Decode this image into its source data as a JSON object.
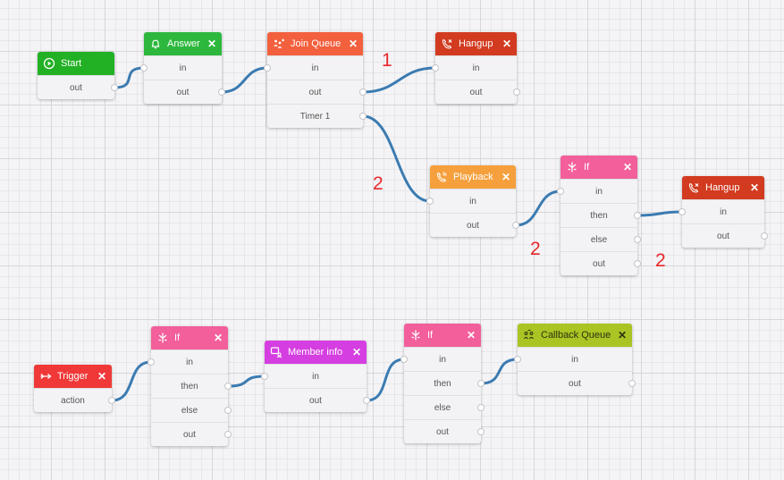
{
  "colors": {
    "start": "#22b024",
    "answer": "#2db83d",
    "join_queue": "#f3603e",
    "hangup": "#d23b20",
    "playback": "#f5a03c",
    "if": "#f25f9a",
    "trigger": "#f03838",
    "member_info": "#d53ee0",
    "callback_queue": "#aac424",
    "wire": "#3b7bb1",
    "step_label": "#e8282b"
  },
  "icons": {
    "start": "play-circle-icon",
    "answer": "bell-icon",
    "join_queue": "queue-icon",
    "hangup": "phone-hangup-icon",
    "playback": "phone-playback-icon",
    "if": "branch-icon",
    "trigger": "trigger-icon",
    "member_info": "member-info-icon",
    "callback_queue": "callback-queue-icon",
    "close": "close-icon"
  },
  "nodes": {
    "start": {
      "title": "Start",
      "ports": [
        "out"
      ]
    },
    "answer": {
      "title": "Answer",
      "ports": [
        "in",
        "out"
      ]
    },
    "join_queue": {
      "title": "Join Queue",
      "ports": [
        "in",
        "out",
        "Timer 1"
      ]
    },
    "hangup_1": {
      "title": "Hangup",
      "ports": [
        "in",
        "out"
      ]
    },
    "playback": {
      "title": "Playback",
      "ports": [
        "in",
        "out"
      ]
    },
    "if_1": {
      "title": "If",
      "ports": [
        "in",
        "then",
        "else",
        "out"
      ]
    },
    "hangup_2": {
      "title": "Hangup",
      "ports": [
        "in",
        "out"
      ]
    },
    "trigger": {
      "title": "Trigger",
      "ports": [
        "action"
      ]
    },
    "if_2": {
      "title": "If",
      "ports": [
        "in",
        "then",
        "else",
        "out"
      ]
    },
    "member_info": {
      "title": "Member info",
      "ports": [
        "in",
        "out"
      ]
    },
    "if_3": {
      "title": "If",
      "ports": [
        "in",
        "then",
        "else",
        "out"
      ]
    },
    "callback_queue": {
      "title": "Callback Queue",
      "ports": [
        "in",
        "out"
      ]
    }
  },
  "step_labels": [
    "1",
    "2",
    "2",
    "2"
  ],
  "edges": [
    {
      "from": "start.out",
      "to": "answer.in"
    },
    {
      "from": "answer.out",
      "to": "join_queue.in"
    },
    {
      "from": "join_queue.out",
      "to": "hangup_1.in"
    },
    {
      "from": "join_queue.Timer 1",
      "to": "playback.in"
    },
    {
      "from": "playback.out",
      "to": "if_1.in"
    },
    {
      "from": "if_1.then",
      "to": "hangup_2.in"
    },
    {
      "from": "trigger.action",
      "to": "if_2.in"
    },
    {
      "from": "if_2.then",
      "to": "member_info.in"
    },
    {
      "from": "member_info.out",
      "to": "if_3.in"
    },
    {
      "from": "if_3.then",
      "to": "callback_queue.in"
    }
  ]
}
